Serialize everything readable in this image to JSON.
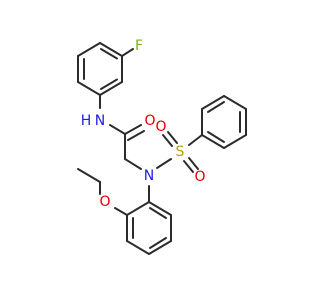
{
  "atoms": {
    "F": {
      "text": "F",
      "color": "#7ab317"
    },
    "N1": {
      "text": "N",
      "color": "#2020e0"
    },
    "H1": {
      "text": "H",
      "color": "#2020e0"
    },
    "O1": {
      "text": "O",
      "color": "#e00000"
    },
    "N2": {
      "text": "N",
      "color": "#2020e0"
    },
    "S": {
      "text": "S",
      "color": "#b8a000"
    },
    "O2": {
      "text": "O",
      "color": "#e00000"
    },
    "O3": {
      "text": "O",
      "color": "#e00000"
    },
    "O4": {
      "text": "O",
      "color": "#e00000"
    }
  },
  "colors": {
    "bond": "#2b2b2b",
    "background": "#ffffff"
  }
}
